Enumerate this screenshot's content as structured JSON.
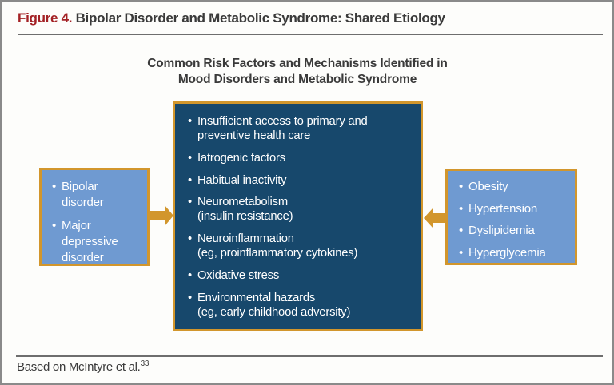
{
  "figure": {
    "label": "Figure 4.",
    "title": " Bipolar Disorder and Metabolic Syndrome: Shared Etiology"
  },
  "heading": {
    "line1": "Common Risk Factors and Mechanisms Identified in",
    "line2": "Mood Disorders and Metabolic Syndrome"
  },
  "left_box": {
    "items": [
      {
        "text": "Bipolar disorder"
      },
      {
        "text": "Major depressive disorder"
      }
    ]
  },
  "center_box": {
    "items": [
      {
        "line1": "Insufficient access to primary and",
        "line2": "preventive health care"
      },
      {
        "line1": "Iatrogenic factors",
        "line2": ""
      },
      {
        "line1": "Habitual inactivity",
        "line2": ""
      },
      {
        "line1": "Neurometabolism",
        "line2": "(insulin resistance)"
      },
      {
        "line1": "Neuroinflammation",
        "line2": "(eg, proinflammatory cytokines)"
      },
      {
        "line1": "Oxidative stress",
        "line2": ""
      },
      {
        "line1": "Environmental hazards",
        "line2": "(eg, early childhood adversity)"
      }
    ]
  },
  "right_box": {
    "items": [
      {
        "text": "Obesity"
      },
      {
        "text": "Hypertension"
      },
      {
        "text": "Dyslipidemia"
      },
      {
        "text": "Hyperglycemia"
      }
    ]
  },
  "footer": {
    "text": "Based on McIntyre et al.",
    "reference": "33"
  },
  "colors": {
    "figure_label_red": "#a32125",
    "title_text": "#3a3a3a",
    "gold_border_arrow": "#d2962c",
    "center_box_navy": "#17486c",
    "side_box_blue": "#6f9ad1",
    "rule_gray": "#6e6e6e",
    "frame_gray": "#8a8a8a",
    "background": "#fdfdfb"
  }
}
